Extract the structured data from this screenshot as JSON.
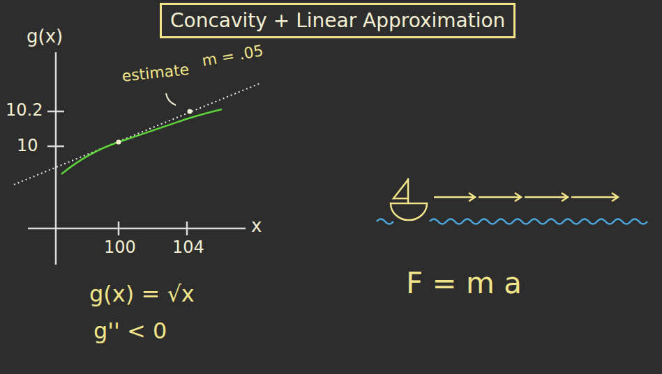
{
  "diagram": {
    "title": "Concavity + Linear Approximation",
    "labels": [
      "g(x)",
      "estimate",
      "m = .05",
      "10.2",
      "10",
      "100",
      "104",
      "x",
      "g(x) = √x",
      "g'' < 0",
      "F = m a"
    ]
  }
}
